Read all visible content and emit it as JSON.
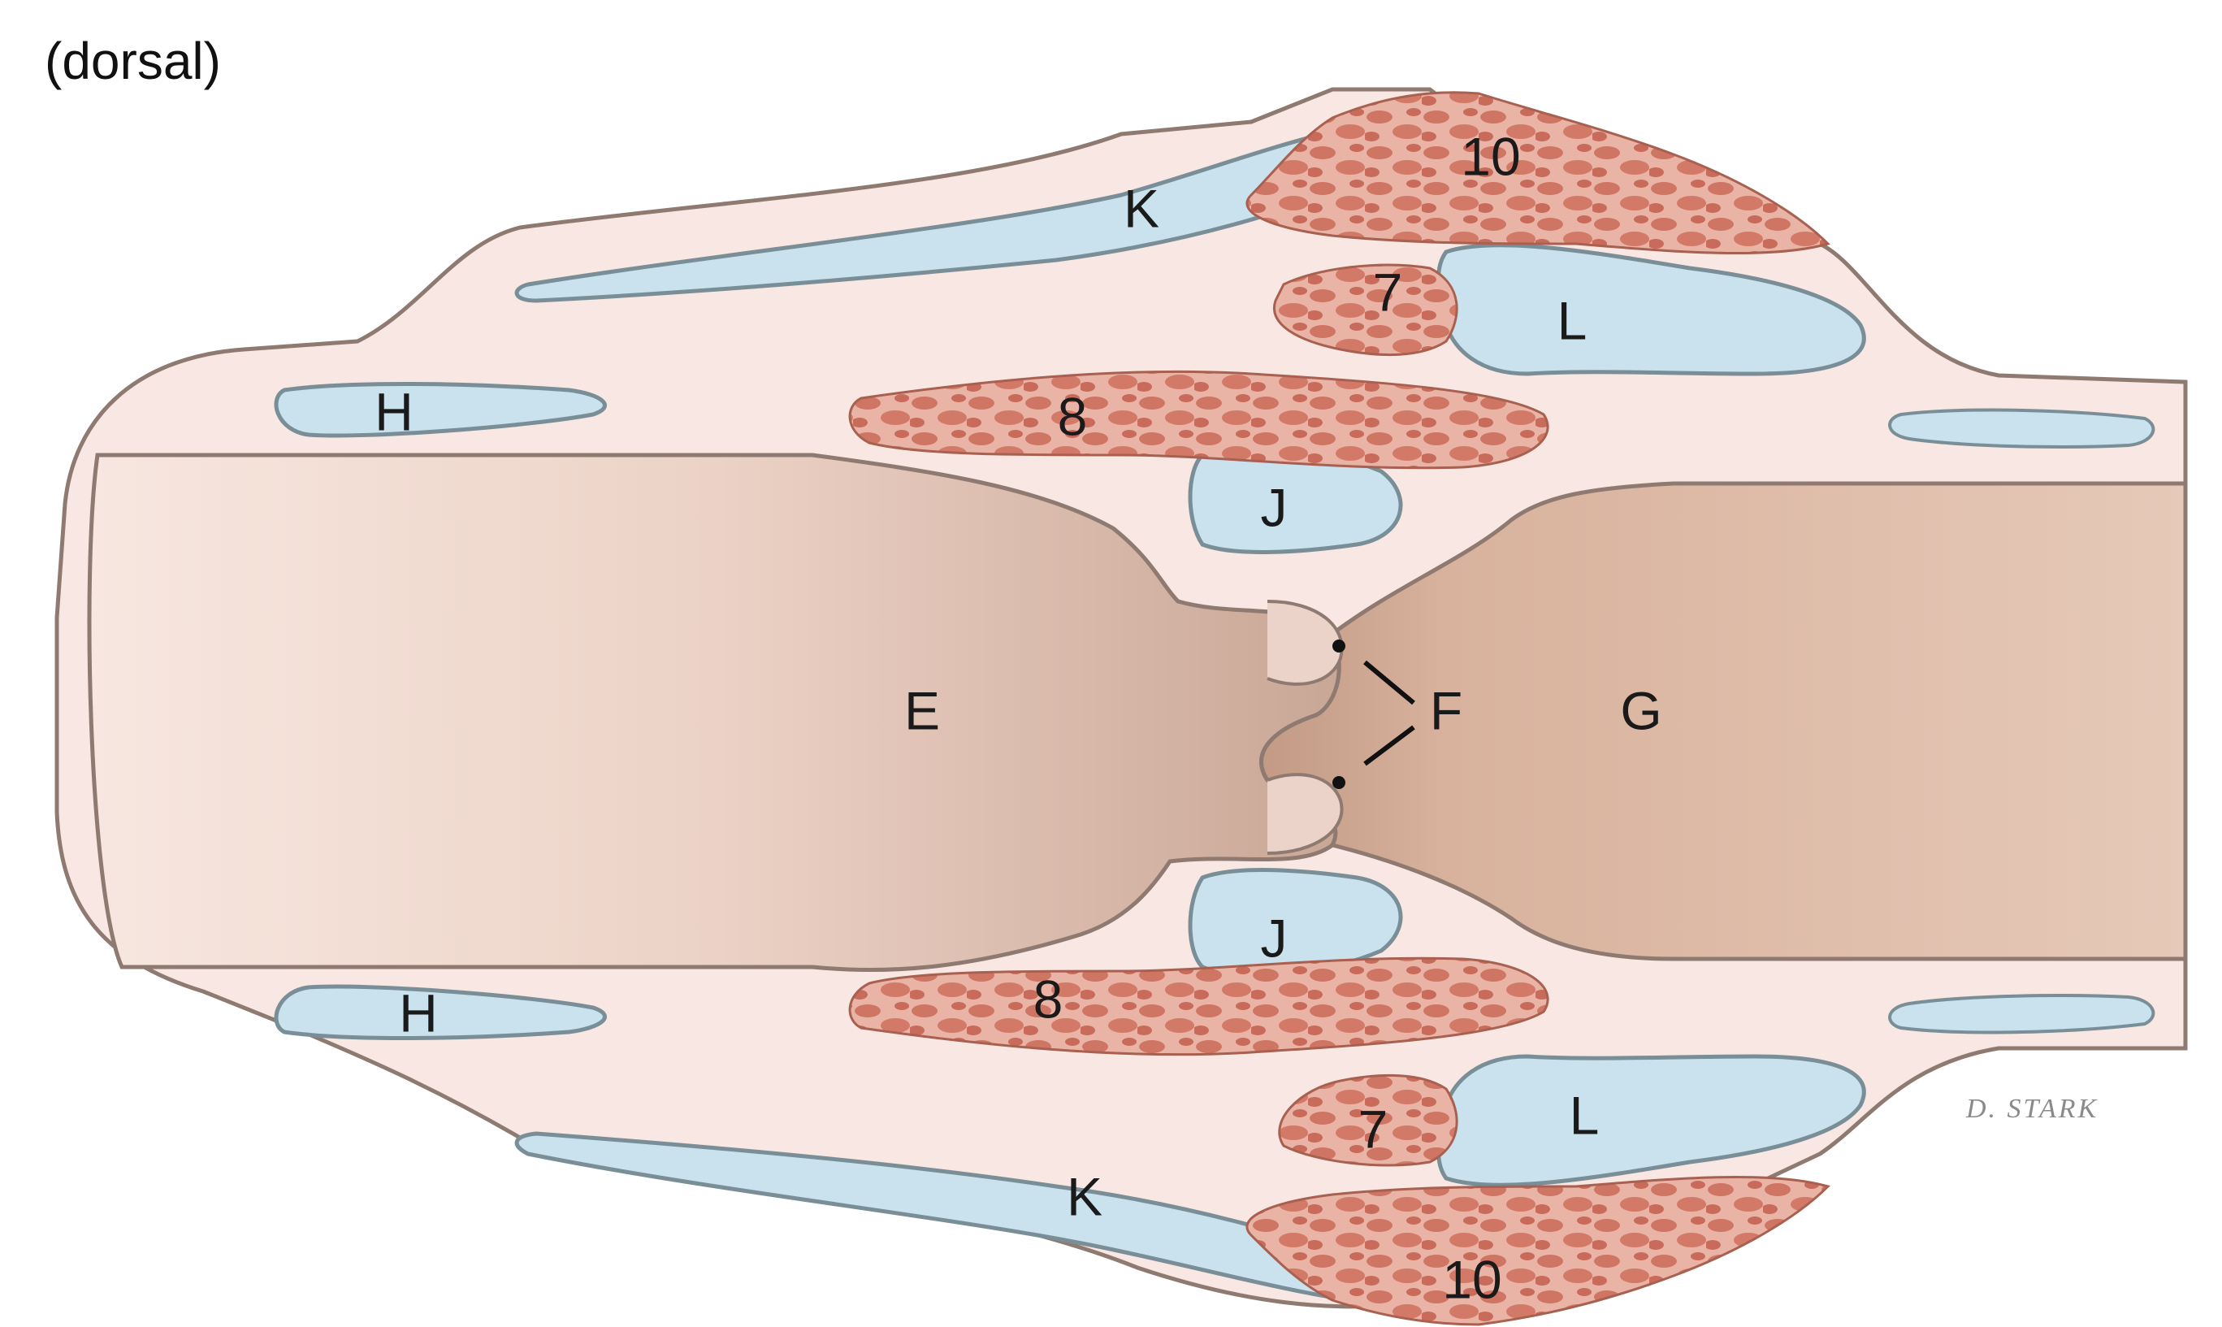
{
  "view_label": "(dorsal)",
  "labels": {
    "E": "E",
    "F": "F",
    "G": "G",
    "H": "H",
    "J": "J",
    "K": "K",
    "L": "L",
    "n7": "7",
    "n8": "8",
    "n10": "10"
  },
  "signature": "D. STARK",
  "colors": {
    "cartilage_blue": "#c9e2ee",
    "muscle_red": "#d88573",
    "tissue_pink": "#f6e2dc",
    "lumen_tan": "#e2c0aa",
    "outline": "#8f7a72"
  }
}
